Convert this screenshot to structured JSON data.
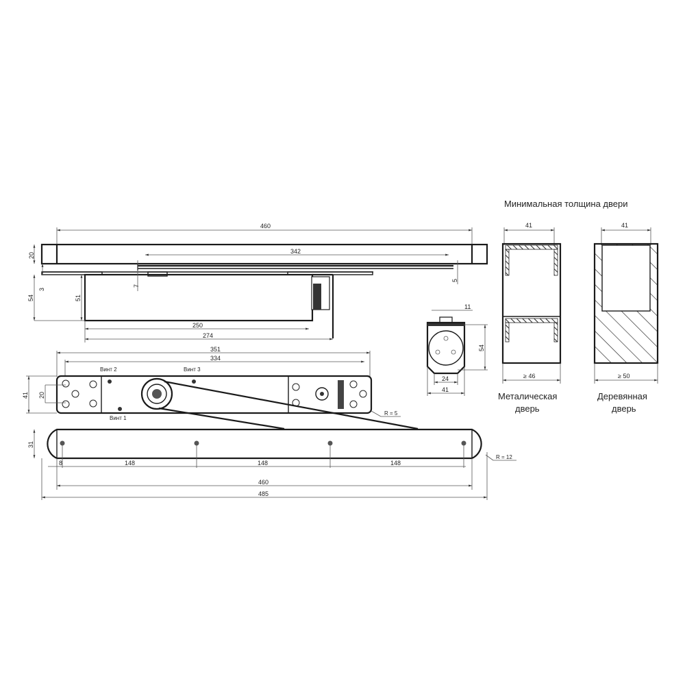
{
  "title": "Минимальная толщина двери",
  "top_view": {
    "dims": {
      "overall_length": "460",
      "rail_length": "342",
      "rail_height": "20",
      "gap": "3",
      "body_height_total": "54",
      "body_height": "51",
      "offset_7": "7",
      "offset_5": "5",
      "body_length": "250",
      "body_length_full": "274"
    }
  },
  "plan_view": {
    "dims": {
      "arm_plate_length": "351",
      "arm_plate_inner": "334",
      "plate_height": "41",
      "hole_spacing": "20",
      "radius": "R = 5"
    },
    "screws": {
      "screw1": "Винт 1",
      "screw2": "Винт 2",
      "screw3": "Винт 3"
    }
  },
  "rail_view": {
    "dims": {
      "height": "31",
      "edge_offset": "8",
      "spacing_1": "148",
      "spacing_2": "148",
      "spacing_3": "148",
      "inner_length": "460",
      "overall_length": "485",
      "radius": "R = 12"
    }
  },
  "end_view": {
    "dims": {
      "top_width": "11",
      "height": "54",
      "bottom_width": "24",
      "width": "41"
    }
  },
  "metal_door": {
    "top_dim": "41",
    "min_thickness": "≥ 46",
    "caption_line1": "Металическая",
    "caption_line2": "дверь"
  },
  "wood_door": {
    "top_dim": "41",
    "min_thickness": "≥ 50",
    "caption_line1": "Деревянная",
    "caption_line2": "дверь"
  }
}
